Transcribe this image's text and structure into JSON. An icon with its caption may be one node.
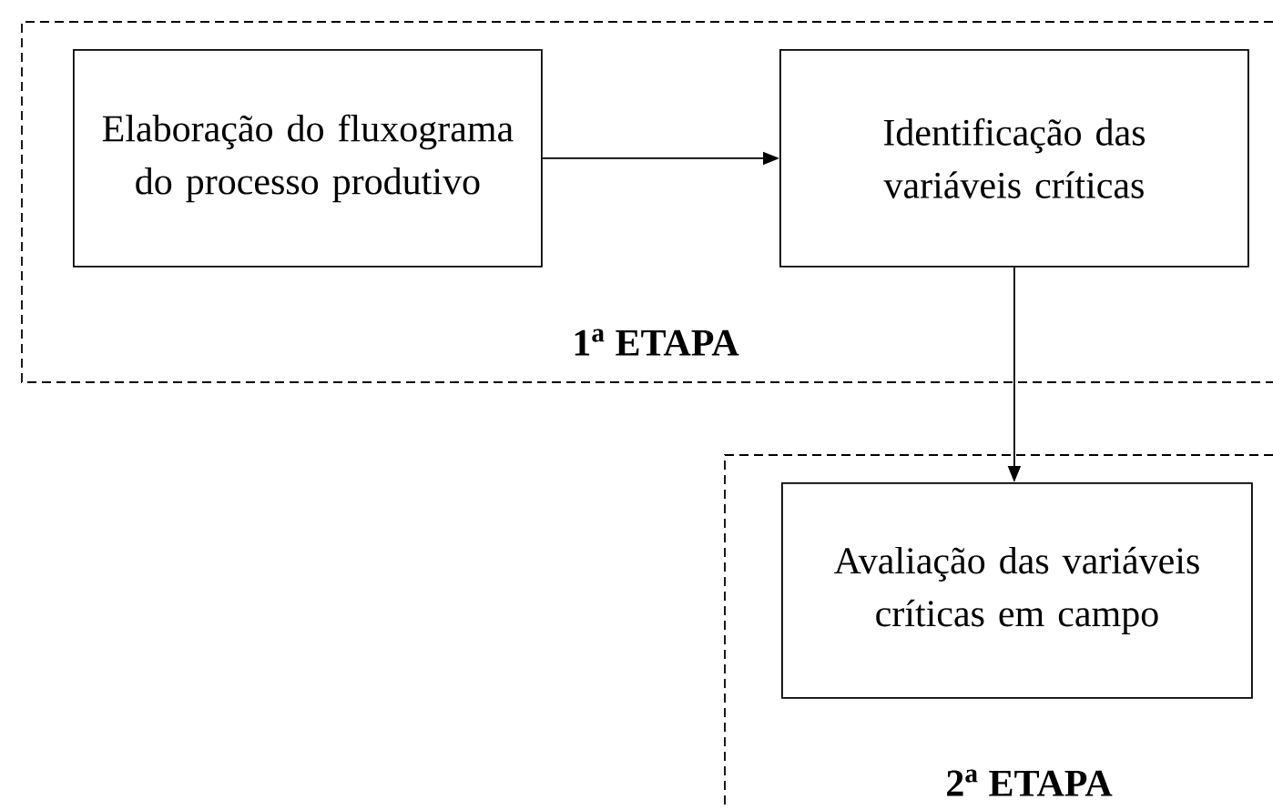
{
  "diagram": {
    "nodes": [
      {
        "text": [
          "1$^{a}$ ETAPA"
        ]
      },
      {
        "text": [
          "Elaboração do fluxograma do processo produtivo"
        ],
        "in": 0
      },
      {
        "text": [
          "Identificação das variáveis críticas"
        ],
        "in": 0
      },
      {
        "text": [
          "2$^{a}$ ETAPA"
        ]
      },
      {
        "text": [
          "Avaliação das variáveis críticas em campo"
        ],
        "in": 3
      }
    ],
    "edges": [
      {
        "from": 1,
        "to": 2,
        "arrow": "to"
      },
      {
        "from": 2,
        "to": 4,
        "arrow": "to"
      }
    ]
  }
}
